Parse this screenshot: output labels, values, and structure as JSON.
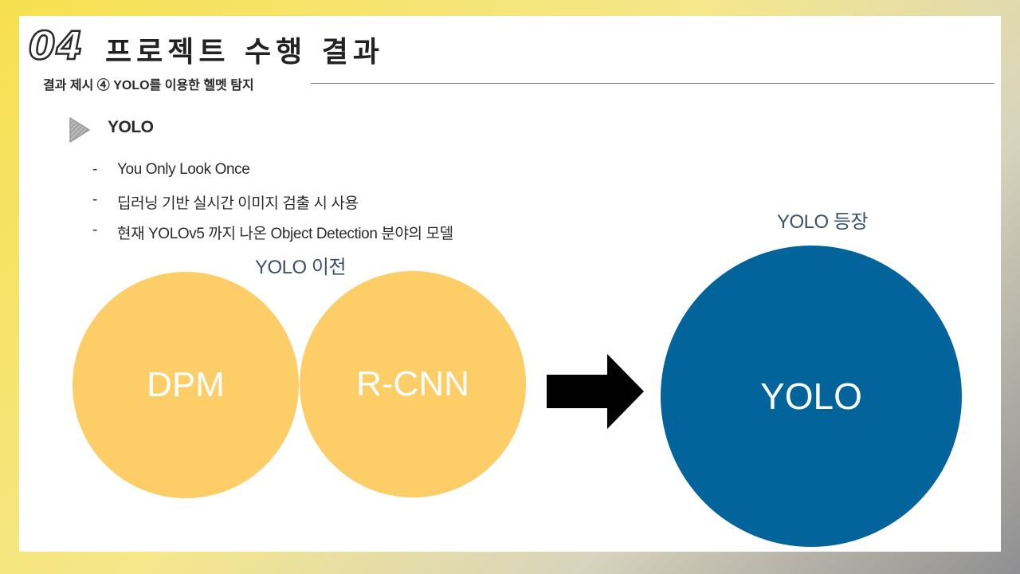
{
  "header": {
    "section_number": "04",
    "title": "프로젝트 수행 결과",
    "subtitle": "결과 제시 ④  YOLO를 이용한 헬멧 탐지"
  },
  "content": {
    "heading": "YOLO",
    "bullets": [
      {
        "marker": "-",
        "text": "You Only Look Once"
      },
      {
        "marker": "-",
        "text": "딥러닝 기반 실시간 이미지 검출 시 사용"
      },
      {
        "marker": "-",
        "text": "현재 YOLOv5 까지 나온 Object Detection 분야의 모델"
      }
    ]
  },
  "diagram": {
    "before_label": "YOLO 이전",
    "after_label": "YOLO 등장",
    "before_models": [
      "DPM",
      "R-CNN"
    ],
    "after_model": "YOLO",
    "arrow_icon": "right-arrow-icon",
    "heading_icon": "play-triangle-icon"
  },
  "colors": {
    "yellow_circle": "#fdcd67",
    "blue_circle": "#02649a",
    "label_text": "#3f4f68"
  }
}
